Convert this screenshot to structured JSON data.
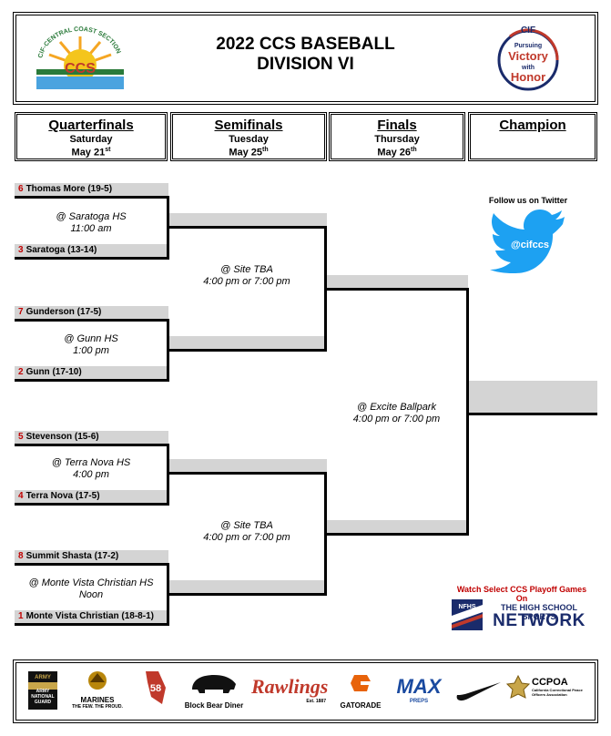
{
  "header": {
    "title_line1": "2022 CCS BASEBALL",
    "title_line2": "DIVISION VI",
    "logo_left": {
      "arc_text": "CIF-CENTRAL COAST SECTION",
      "mark": "CCS"
    },
    "logo_right": {
      "top": "CIF",
      "line1": "Pursuing",
      "line2": "Victory",
      "line3": "with",
      "line4": "Honor"
    }
  },
  "rounds": [
    {
      "name": "Quarterfinals",
      "day": "Saturday",
      "date": "May 21",
      "suffix": "st"
    },
    {
      "name": "Semifinals",
      "day": "Tuesday",
      "date": "May 25",
      "suffix": "th"
    },
    {
      "name": "Finals",
      "day": "Thursday",
      "date": "May 26",
      "suffix": "th"
    },
    {
      "name": "Champion"
    }
  ],
  "teams": [
    {
      "seed": "6",
      "name": "Thomas More (19-5)"
    },
    {
      "seed": "3",
      "name": "Saratoga (13-14)"
    },
    {
      "seed": "7",
      "name": "Gunderson (17-5)"
    },
    {
      "seed": "2",
      "name": "Gunn (17-10)"
    },
    {
      "seed": "5",
      "name": "Stevenson (15-6)"
    },
    {
      "seed": "4",
      "name": "Terra Nova (17-5)"
    },
    {
      "seed": "8",
      "name": "Summit Shasta (17-2)"
    },
    {
      "seed": "1",
      "name": "Monte Vista Christian (18-8-1)"
    }
  ],
  "games": {
    "qf1": {
      "venue": "@ Saratoga HS",
      "time": "11:00 am"
    },
    "qf2": {
      "venue": "@ Gunn HS",
      "time": "1:00 pm"
    },
    "qf3": {
      "venue": "@ Terra Nova HS",
      "time": "4:00 pm"
    },
    "qf4": {
      "venue": "@ Monte Vista Christian HS",
      "time": "Noon"
    },
    "sf1": {
      "venue": "@ Site TBA",
      "time": "4:00 pm or 7:00 pm"
    },
    "sf2": {
      "venue": "@ Site TBA",
      "time": "4:00 pm or 7:00 pm"
    },
    "final": {
      "venue": "@ Excite Ballpark",
      "time": "4:00 pm or 7:00 pm"
    }
  },
  "twitter": {
    "label": "Follow us on Twitter",
    "handle": "@cifccs",
    "color": "#1da1f2"
  },
  "nfhs": {
    "watch": "Watch Select CCS Playoff Games On",
    "logo": "NFHS",
    "line1": "THE HIGH SCHOOL SPORTS",
    "line2": "NETWORK"
  },
  "sponsors": [
    {
      "name": "ARMY NATIONAL GUARD",
      "icon": "army-guard-logo"
    },
    {
      "name": "MARINES",
      "sub": "THE FEW. THE PROUD.",
      "icon": "marines-logo"
    },
    {
      "name": "58",
      "icon": "fifty-eight-logo"
    },
    {
      "name": "Block Bear Diner",
      "icon": "bear-logo"
    },
    {
      "name": "Rawlings",
      "sub": "Est. 1887",
      "icon": "rawlings-logo"
    },
    {
      "name": "GATORADE",
      "icon": "gatorade-logo"
    },
    {
      "name": "MAX",
      "sub": "PREPS",
      "icon": "maxpreps-logo"
    },
    {
      "name": "",
      "icon": "nike-swoosh-logo"
    },
    {
      "name": "CCPOA",
      "sub": "California Correctional Peace Officers Association",
      "icon": "ccpoa-badge-logo"
    }
  ]
}
